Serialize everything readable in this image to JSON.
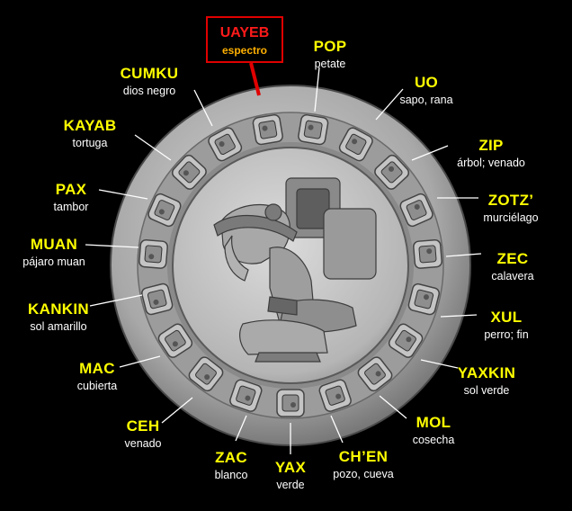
{
  "months": [
    {
      "id": "pop",
      "name": "POP",
      "meaning": "petate"
    },
    {
      "id": "uo",
      "name": "UO",
      "meaning": "sapo, rana"
    },
    {
      "id": "zip",
      "name": "ZIP",
      "meaning": "árbol; venado"
    },
    {
      "id": "zotz",
      "name": "ZOTZ’",
      "meaning": "murciélago"
    },
    {
      "id": "zec",
      "name": "ZEC",
      "meaning": "calavera"
    },
    {
      "id": "xul",
      "name": "XUL",
      "meaning": "perro; fin"
    },
    {
      "id": "yaxkin",
      "name": "YAXKIN",
      "meaning": "sol verde"
    },
    {
      "id": "mol",
      "name": "MOL",
      "meaning": "cosecha"
    },
    {
      "id": "chen",
      "name": "CH’EN",
      "meaning": "pozo, cueva"
    },
    {
      "id": "yax",
      "name": "YAX",
      "meaning": "verde"
    },
    {
      "id": "zac",
      "name": "ZAC",
      "meaning": "blanco"
    },
    {
      "id": "ceh",
      "name": "CEH",
      "meaning": "venado"
    },
    {
      "id": "mac",
      "name": "MAC",
      "meaning": "cubierta"
    },
    {
      "id": "kankin",
      "name": "KANKIN",
      "meaning": "sol amarillo"
    },
    {
      "id": "muan",
      "name": "MUAN",
      "meaning": "pájaro muan"
    },
    {
      "id": "pax",
      "name": "PAX",
      "meaning": "tambor"
    },
    {
      "id": "kayab",
      "name": "KAYAB",
      "meaning": "tortuga"
    },
    {
      "id": "cumku",
      "name": "CUMKU",
      "meaning": "dios negro"
    }
  ],
  "uayeb": {
    "name": "UAYEB",
    "meaning": "espectro"
  },
  "colors": {
    "label_name": "#ffff00",
    "label_meaning": "#ffffff",
    "highlight": "#e00000",
    "highlight_meaning": "#ffb000",
    "background": "#000000"
  }
}
